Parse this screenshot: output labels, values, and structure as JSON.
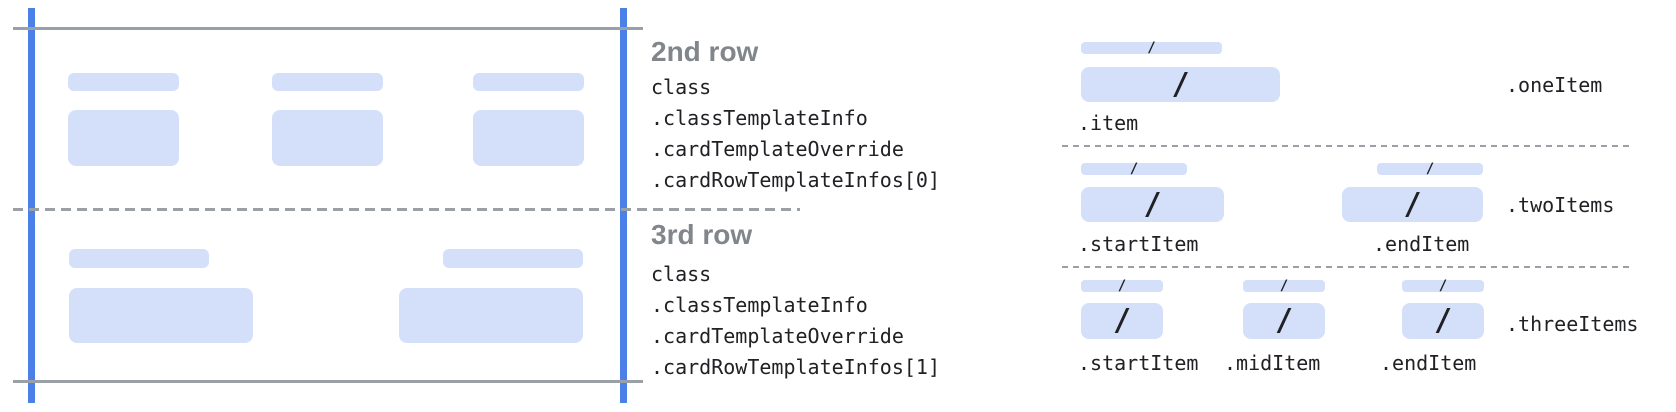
{
  "colors": {
    "guide_blue": "#4b80e8",
    "fill_blue": "#d4e0fa",
    "line_gray": "#9aa0a6",
    "heading_gray": "#80868b",
    "code_text": "#202124"
  },
  "glyphs": {
    "slash": "/"
  },
  "card_rows": [
    {
      "heading": "2nd row",
      "class_path": [
        "class",
        ".classTemplateInfo",
        ".cardTemplateOverride",
        ".cardRowTemplateInfos[0]"
      ]
    },
    {
      "heading": "3rd row",
      "class_path": [
        "class",
        ".classTemplateInfo",
        ".cardTemplateOverride",
        ".cardRowTemplateInfos[1]"
      ]
    }
  ],
  "item_layouts": [
    {
      "label": ".oneItem",
      "items": [
        {
          "label": ".item"
        }
      ]
    },
    {
      "label": ".twoItems",
      "items": [
        {
          "label": ".startItem"
        },
        {
          "label": ".endItem"
        }
      ]
    },
    {
      "label": ".threeItems",
      "items": [
        {
          "label": ".startItem"
        },
        {
          "label": ".midItem"
        },
        {
          "label": ".endItem"
        }
      ]
    }
  ]
}
